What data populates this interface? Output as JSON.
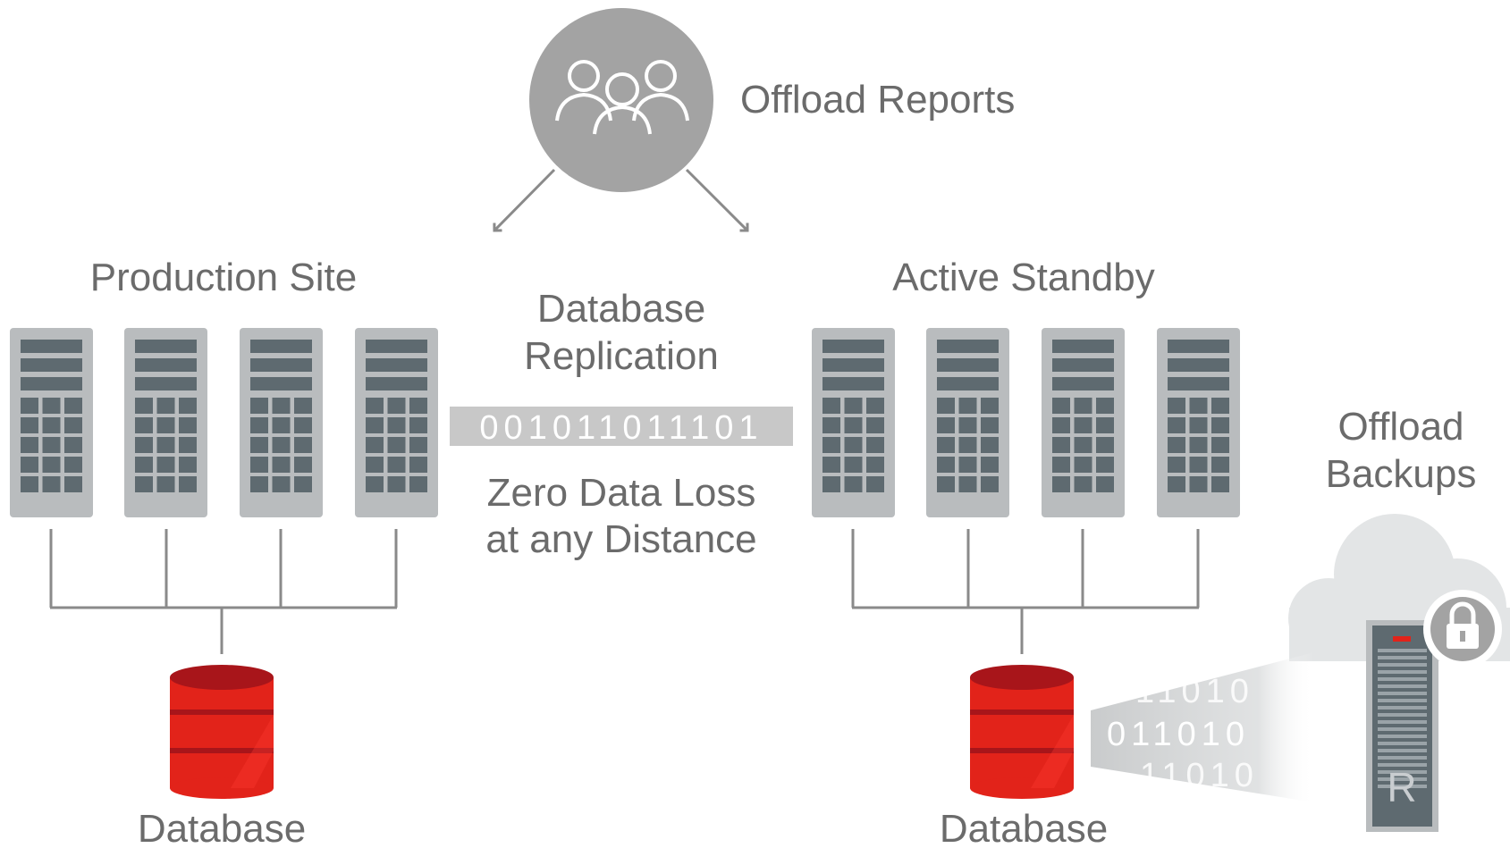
{
  "diagram": {
    "offload_reports": "Offload Reports",
    "production_site": "Production Site",
    "active_standby": "Active Standby",
    "replication_line1": "Database",
    "replication_line2": "Replication",
    "bitstream": "001011011101",
    "zero_loss_line1": "Zero Data Loss",
    "zero_loss_line2": "at any Distance",
    "database_left": "Database",
    "database_right": "Database",
    "offload_backups_line1": "Offload",
    "offload_backups_line2": "Backups",
    "backup_bits_row1": "11010",
    "backup_bits_row2": "011010",
    "backup_bits_row3": "11010",
    "appliance_letter": "R"
  },
  "icons": [
    "users-group-icon",
    "server-rack-icon",
    "database-icon",
    "cloud-icon",
    "lock-icon",
    "backup-appliance-icon"
  ],
  "colors": {
    "gray_circle": "#a3a3a3",
    "server_frame": "#b9bcbe",
    "server_inner": "#5e6a70",
    "database_red": "#e2231a",
    "database_dark_red": "#a8151a",
    "bitstream_bar": "#c8c8c8",
    "cloud": "#e3e5e6",
    "text": "#6b6b6b"
  }
}
